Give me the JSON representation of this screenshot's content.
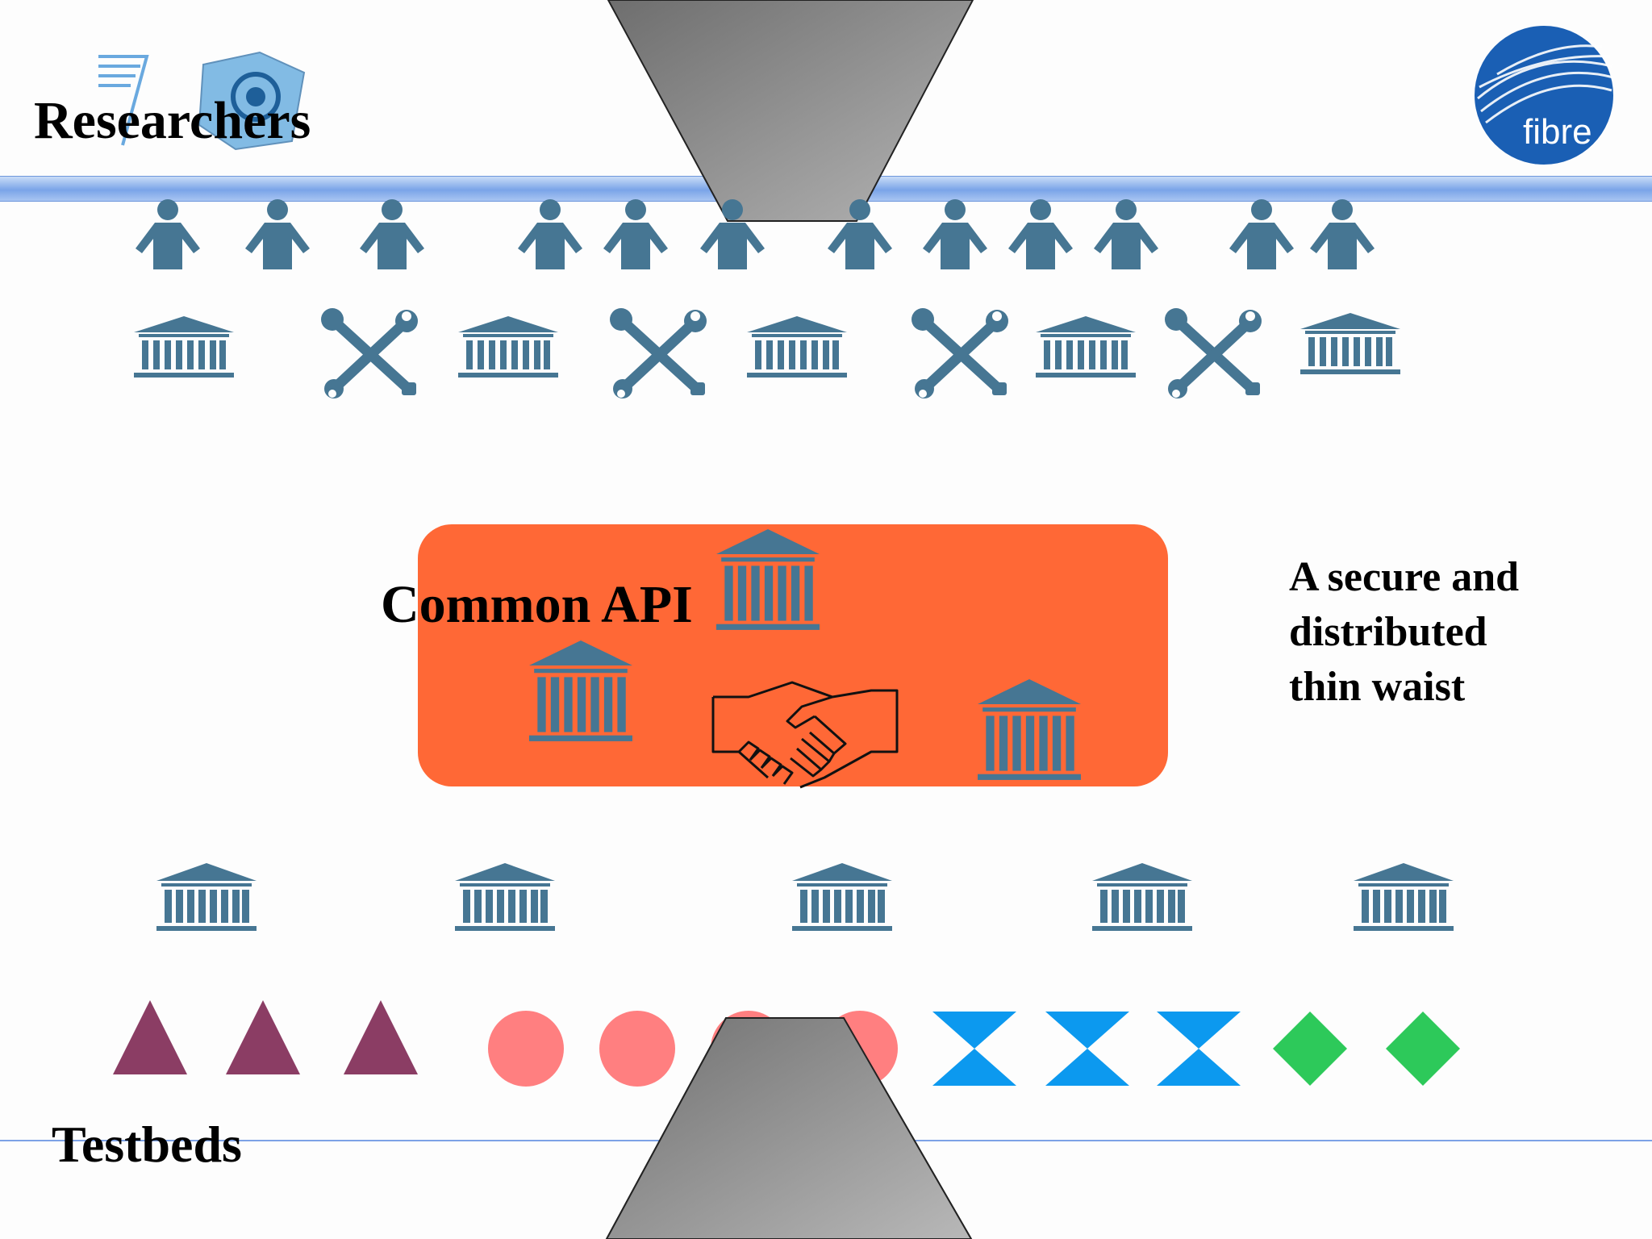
{
  "labels": {
    "researchers": "Researchers",
    "testbeds": "Testbeds",
    "common_api": "Common API",
    "waist_note": "A secure and\ndistributed\nthin waist"
  },
  "logos": {
    "fibre": "fibre"
  },
  "colors": {
    "icon_slate": "#467693",
    "api_box": "#ff6836",
    "band_blue": "#7aa4e8",
    "triangle": "#8b3d64",
    "circle": "#ff7f80",
    "bowtie": "#0c99ef",
    "diamond": "#2dc95a",
    "funnel_gray": "#8f8f8f",
    "fibre_blue": "#1a5fb4"
  },
  "icons": {
    "person": "person-icon",
    "institution": "institution-icon",
    "tools": "tools-icon",
    "handshake": "handshake-icon"
  }
}
